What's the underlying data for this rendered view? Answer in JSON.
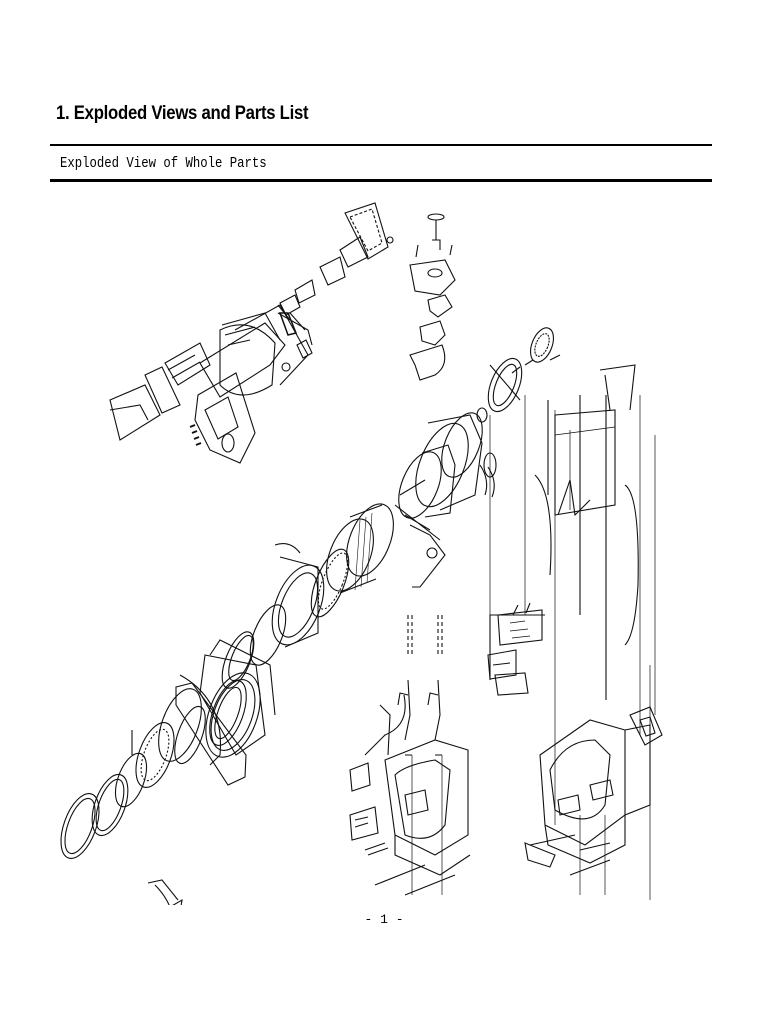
{
  "document": {
    "section_title": "1. Exploded Views and Parts List",
    "subheading": "Exploded View of Whole Parts",
    "page_number": "- 1 -"
  }
}
